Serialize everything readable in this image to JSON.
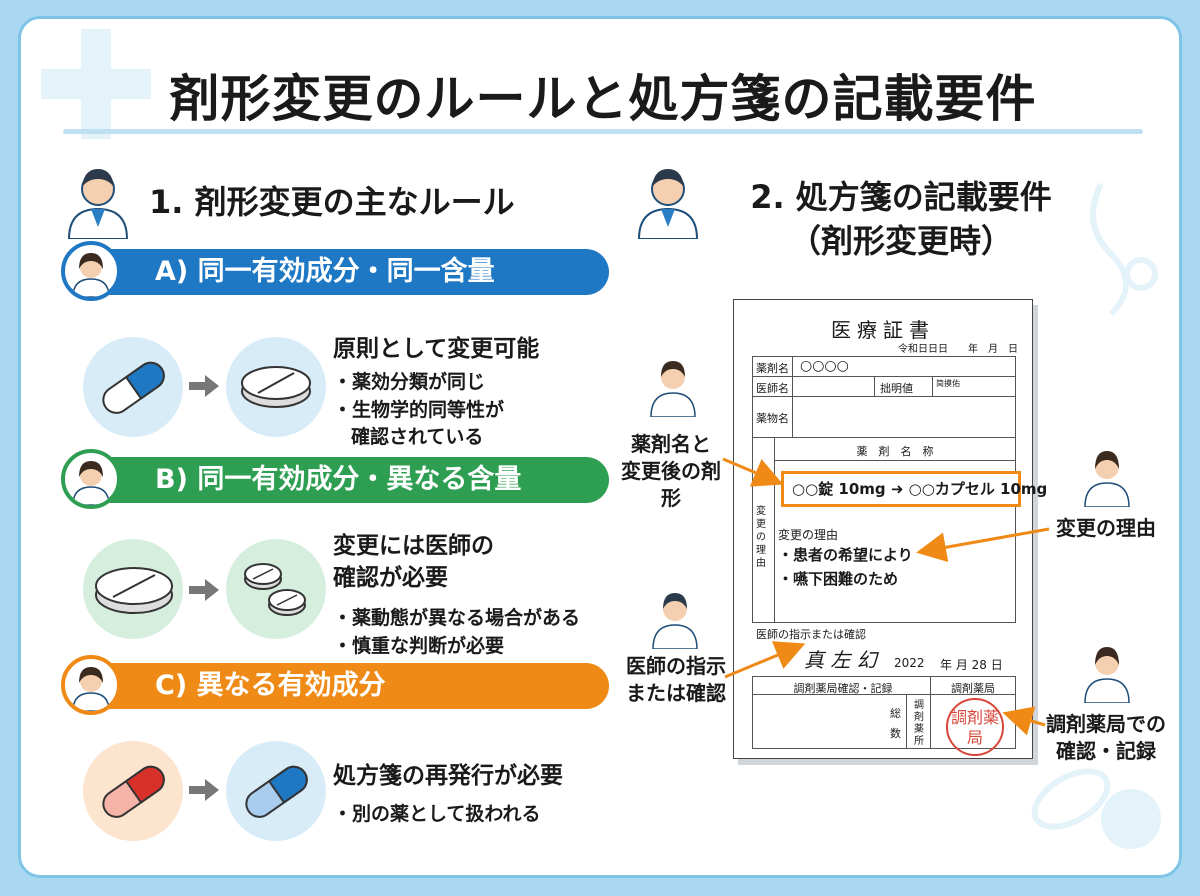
{
  "title": "剤形変更のルールと処方箋の記載要件",
  "colors": {
    "blue": "#1f78c4",
    "green": "#2e9e52",
    "orange": "#f08a16",
    "stamp": "#d8463a"
  },
  "section1": {
    "heading": "1. 剤形変更の主なルール",
    "rules": [
      {
        "label": "A) 同一有効成分・同一含量",
        "from_icon": "blue-capsule-icon",
        "to_icon": "white-tablet-icon",
        "title_lines": [
          "原則として変更可能"
        ],
        "bullets": [
          "・薬効分類が同じ",
          "・生物学的同等性が",
          "確認されている"
        ]
      },
      {
        "label": "B) 同一有効成分・異なる含量",
        "from_icon": "large-tablet-icon",
        "to_icon": "two-small-tablets-icon",
        "title_lines": [
          "変更には医師の",
          "確認が必要"
        ],
        "bullets": [
          "・薬動態が異なる場合がある",
          "・慎重な判断が必要"
        ]
      },
      {
        "label": "C) 異なる有効成分",
        "from_icon": "red-capsule-icon",
        "to_icon": "blue-capsule-icon",
        "title_lines": [
          "処方箋の再発行が必要"
        ],
        "bullets": [
          "・別の薬として扱われる"
        ]
      }
    ]
  },
  "section2": {
    "heading_line1": "2. 処方箋の記載要件",
    "heading_line2": "（剤形変更時）",
    "document": {
      "title": "医療証書",
      "date": "令和日日日　　年　月　日",
      "field_drug": "薬剤名",
      "field_drug_value": "○○○○",
      "field_doctor": "医師名",
      "field_explain": "拙明値",
      "field_small": "简摸佑",
      "field_medicine": "薬物名",
      "column_header": "薬　剤　名　称",
      "change_text": "○○錠 10mg ➜ ○○カプセル 10mg",
      "side_label": "変更の理由",
      "reason_label": "変更の理由",
      "reasons": [
        "・患者の希望により",
        "・嚥下困難のため"
      ],
      "instruction_label": "医師の指示または確認",
      "signature": "真 左 幻",
      "sign_year": "2022",
      "sign_date": "年 月 28 日",
      "pharmacy_record": "調剤薬局確認・記録",
      "pharmacy": "調剤薬局",
      "total_label": "総数",
      "pharmacy_vertical": "調剤薬所",
      "stamp": "調剤薬局"
    },
    "callouts": {
      "drug_name": [
        "薬剤名と",
        "変更後の剤",
        "形"
      ],
      "reason": [
        "変更の理由"
      ],
      "instruction": [
        "医師の指示",
        "または確認"
      ],
      "pharmacy": [
        "調剤薬局での",
        "確認・記録"
      ]
    }
  }
}
